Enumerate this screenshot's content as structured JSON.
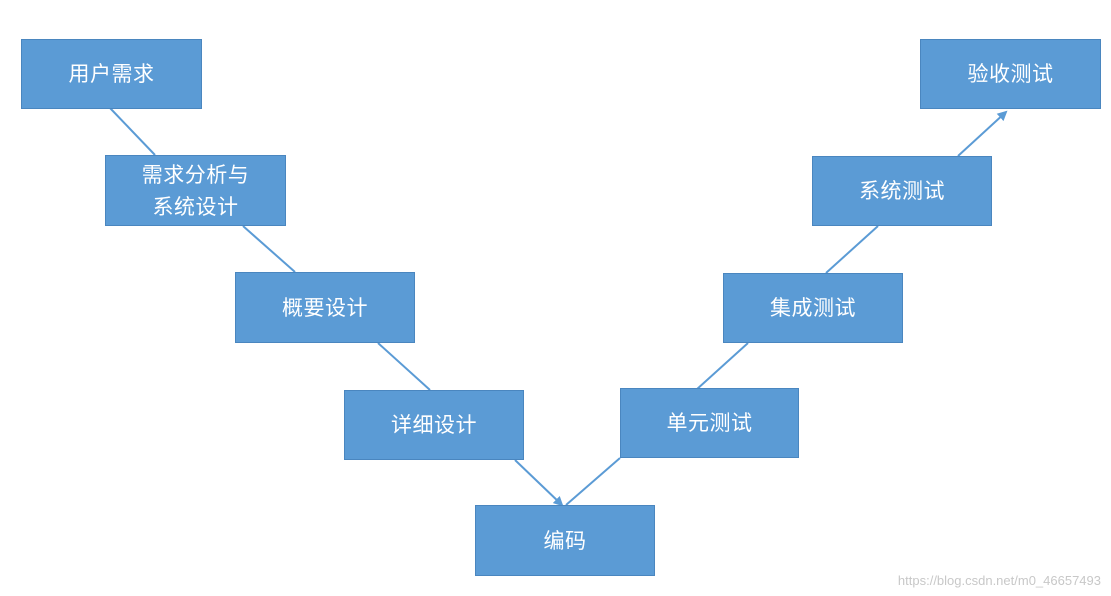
{
  "colors": {
    "box_fill": "#5B9BD5",
    "box_border": "#4A86BF",
    "connector": "#5B9BD5",
    "text": "#FFFFFF",
    "watermark": "#C8C8C8"
  },
  "nodes": {
    "user_requirements": "用户需求",
    "requirements_analysis": "需求分析与\n系统设计",
    "high_level_design": "概要设计",
    "detailed_design": "详细设计",
    "coding": "编码",
    "unit_testing": "单元测试",
    "integration_testing": "集成测试",
    "system_testing": "系统测试",
    "acceptance_testing": "验收测试"
  },
  "watermark": "https://blog.csdn.net/m0_46657493"
}
